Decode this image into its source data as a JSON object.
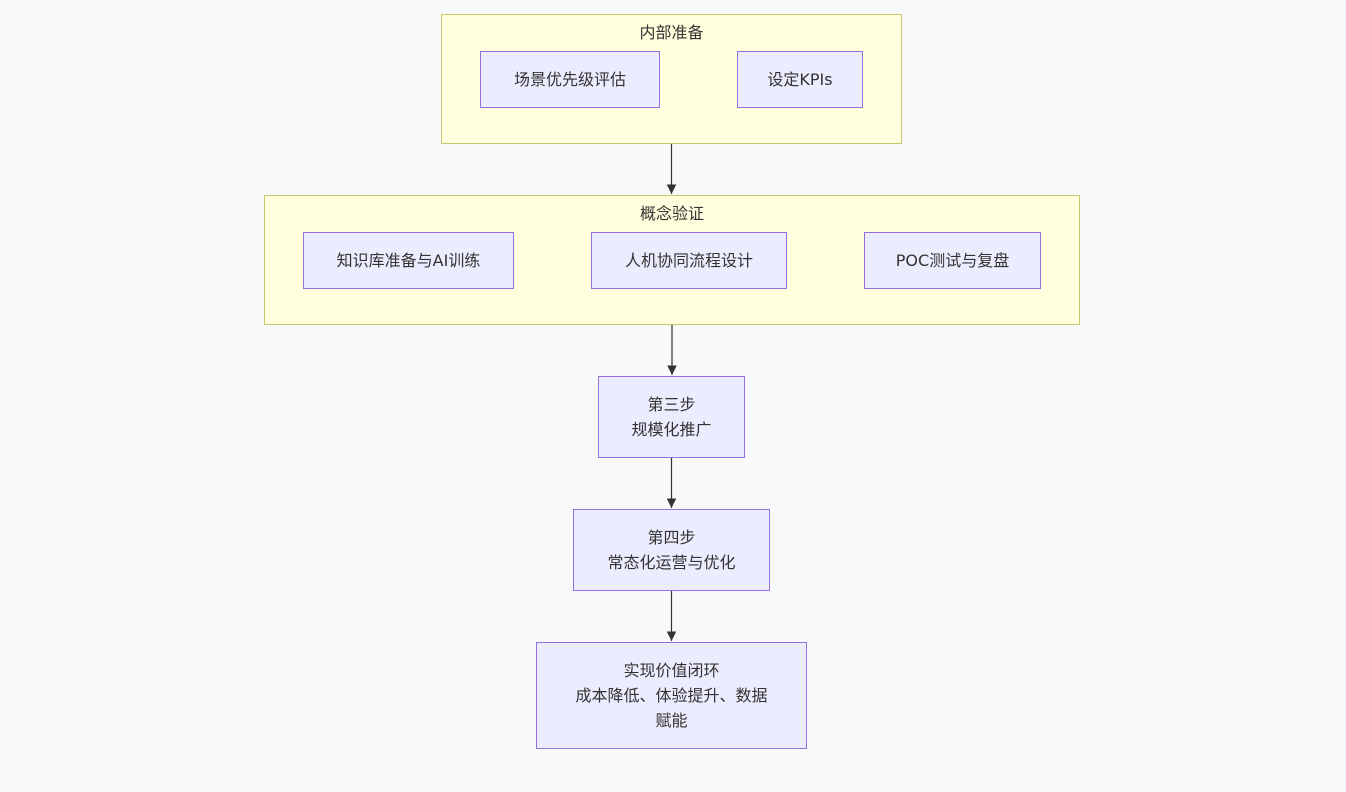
{
  "clusters": {
    "internal_prep": {
      "title": "内部准备"
    },
    "poc": {
      "title": "概念验证"
    }
  },
  "nodes": {
    "scene_priority": {
      "lines": [
        "场景优先级评估"
      ]
    },
    "set_kpis": {
      "lines": [
        "设定KPIs"
      ]
    },
    "kb_ai_training": {
      "lines": [
        "知识库准备与AI训练"
      ]
    },
    "human_machine": {
      "lines": [
        "人机协同流程设计"
      ]
    },
    "poc_test": {
      "lines": [
        "POC测试与复盘"
      ]
    },
    "step3": {
      "lines": [
        "第三步",
        "规模化推广"
      ]
    },
    "step4": {
      "lines": [
        "第四步",
        "常态化运营与优化"
      ]
    },
    "value_loop": {
      "lines": [
        "实现价值闭环",
        "成本降低、体验提升、数据",
        "赋能"
      ]
    }
  },
  "edges": [
    {
      "from": "scene_priority",
      "to": "set_kpis"
    },
    {
      "from": "internal_prep",
      "to": "poc"
    },
    {
      "from": "kb_ai_training",
      "to": "human_machine"
    },
    {
      "from": "human_machine",
      "to": "poc_test"
    },
    {
      "from": "poc",
      "to": "step3"
    },
    {
      "from": "step3",
      "to": "step4"
    },
    {
      "from": "step4",
      "to": "value_loop"
    }
  ],
  "colors": {
    "node_fill": "#ececff",
    "node_stroke": "#9370db",
    "cluster_fill": "#ffffde",
    "cluster_stroke": "#c6c86e",
    "edge": "#333333",
    "background": "#f8f9fb"
  }
}
